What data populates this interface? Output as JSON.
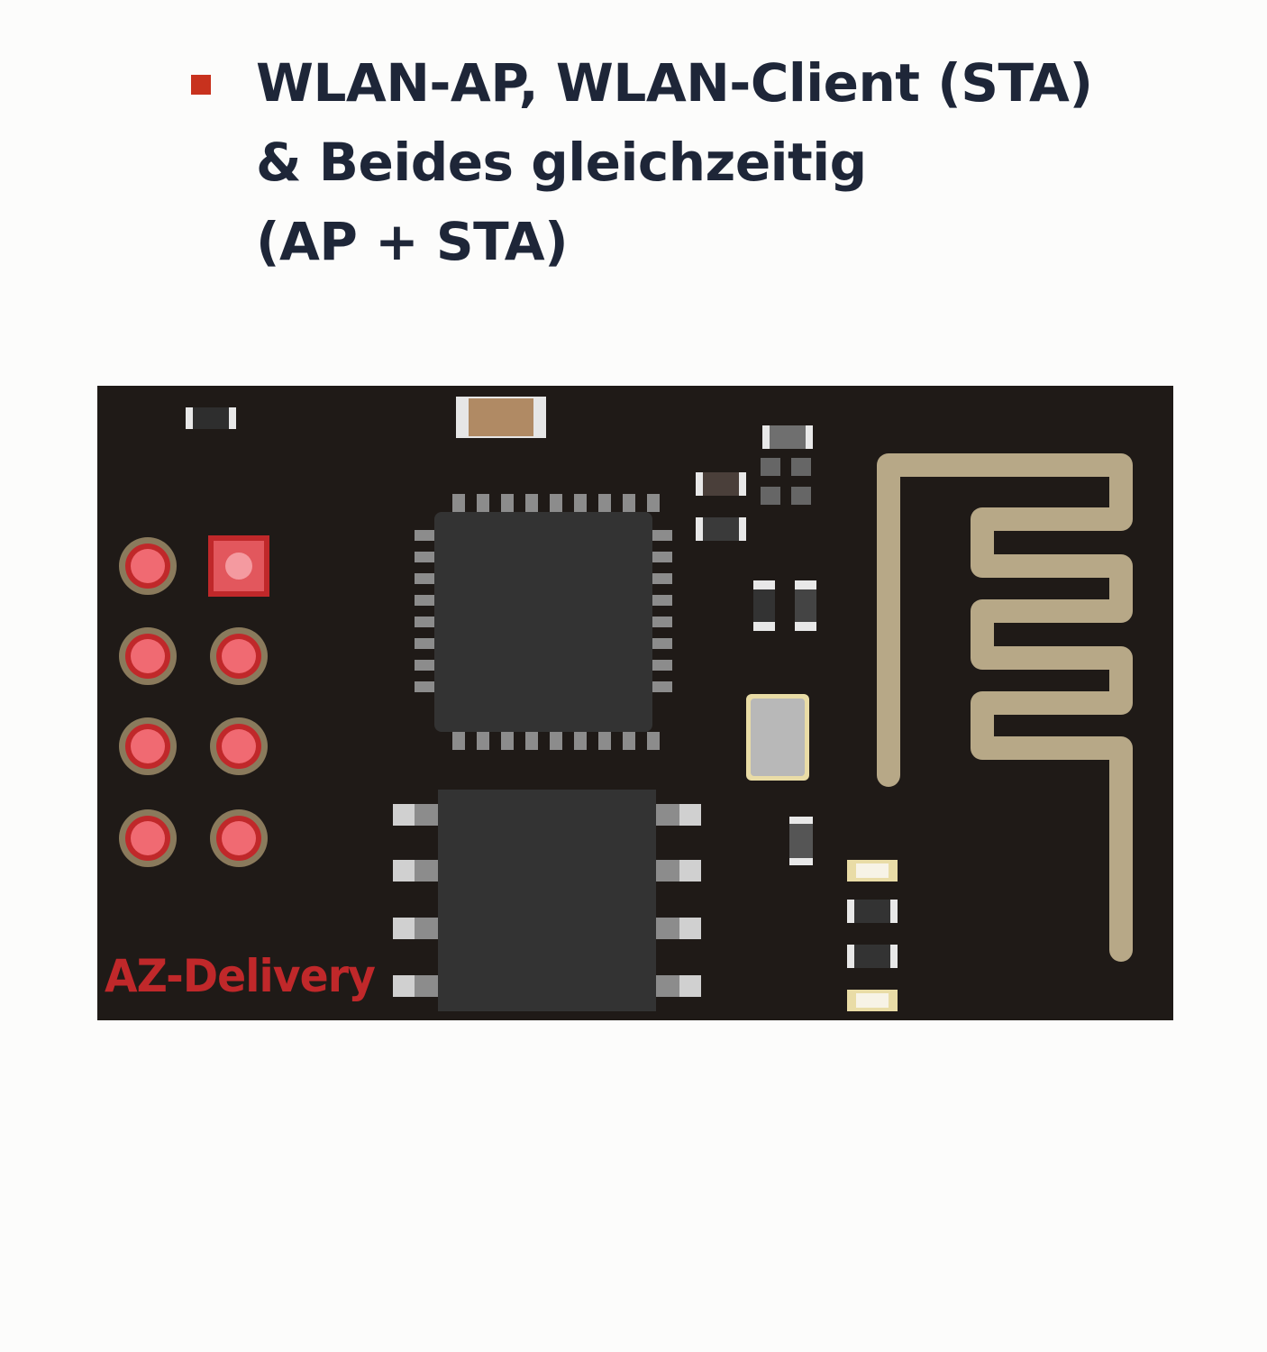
{
  "feature": {
    "lines": [
      "WLAN-AP, WLAN-Client (STA)",
      "& Beides gleichzeitig",
      "(AP + STA)"
    ],
    "bullet_color": "#c8321e",
    "text_color": "#1e2638"
  },
  "board": {
    "brand_logo": "AZ-Delivery",
    "pcb_color": "#1f1a17",
    "pad_color": "#f06a72",
    "antenna_color": "#b7a887",
    "logo_color": "#c0282a"
  }
}
